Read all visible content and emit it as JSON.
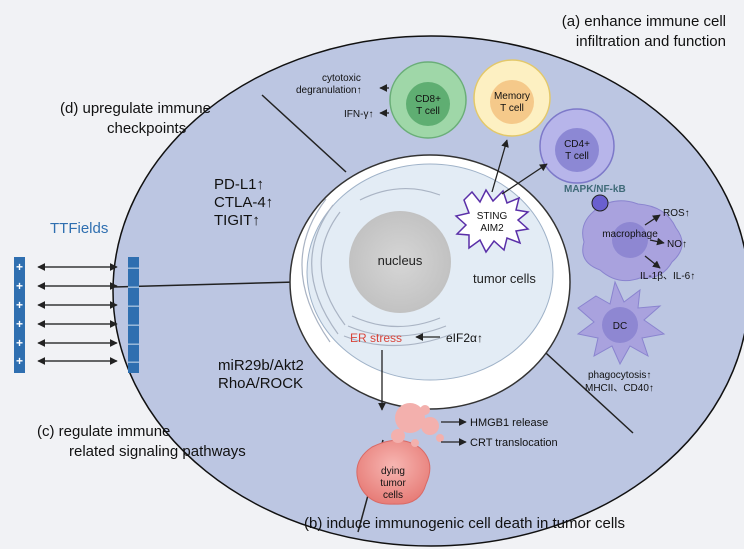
{
  "captions": {
    "a_line1": "(a) enhance immune cell",
    "a_line2": "infiltration and function",
    "b": "(b) induce immunogenic cell death in tumor cells",
    "c_line1": "(c) regulate immune",
    "c_line2": "related signaling pathways",
    "d_line1": "(d) upregulate immune",
    "d_line2": "checkpoints"
  },
  "ttfields": {
    "title": "TTFields",
    "positive_sign": "+",
    "negative_sign": "—"
  },
  "checkpoints": [
    "PD-L1↑",
    "CTLA-4↑",
    "TIGIT↑"
  ],
  "pathways": [
    "miR29b/Akt2",
    "RhoA/ROCK"
  ],
  "tumor": {
    "nucleus": "nucleus",
    "label": "tumor cells",
    "er_stress": "ER stress",
    "eif2a": "eIF2α↑",
    "sting_line1": "STING",
    "sting_line2": "AIM2"
  },
  "cells": {
    "cd8_line1": "CD8+",
    "cd8_line2": "T cell",
    "memory_line1": "Memory",
    "memory_line2": "T cell",
    "cd4_line1": "CD4+",
    "cd4_line2": "T cell",
    "macrophage": "macrophage",
    "dc": "DC",
    "dying_line1": "dying",
    "dying_line2": "tumor",
    "dying_line3": "cells"
  },
  "outputs": {
    "degran_line1": "cytotoxic",
    "degran_line2": "degranulation↑",
    "ifn": "IFN-γ↑",
    "mapk": "MAPK/NF-kB",
    "ros": "ROS↑",
    "no": "NO↑",
    "il": "IL-1β、IL-6↑",
    "phago": "phagocytosis↑",
    "mhc": "MHCII、CD40↑",
    "hmgb1": "HMGB1 release",
    "crt": "CRT translocation"
  },
  "colors": {
    "outer_ring": "#bcc6e2",
    "tumor_text": "#d9443a",
    "ttfields": "#2f6fb0",
    "cd8": "#8fcf9a",
    "memory": "#fce7a6",
    "cd4": "#a9a8e2",
    "macrophage": "#a8a0dc",
    "dying": "#ef8d8a"
  }
}
